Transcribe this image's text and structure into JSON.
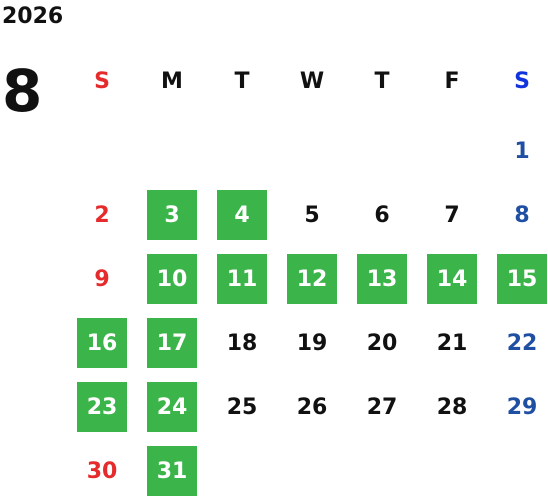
{
  "year": "2026",
  "month": "8",
  "weekdays": [
    {
      "label": "S",
      "color": "#e52b2b"
    },
    {
      "label": "M",
      "color": "#111111"
    },
    {
      "label": "T",
      "color": "#111111"
    },
    {
      "label": "W",
      "color": "#111111"
    },
    {
      "label": "T",
      "color": "#111111"
    },
    {
      "label": "F",
      "color": "#111111"
    },
    {
      "label": "S",
      "color": "#1133dd"
    }
  ],
  "colors": {
    "sunday": "#e52b2b",
    "saturday": "#1f4fa3",
    "weekday": "#111111",
    "highlight_background": "#3bb54a",
    "highlight_text": "#ffffff"
  },
  "days": [
    {
      "day": "1",
      "weekday": 6,
      "week": 0,
      "highlighted": false
    },
    {
      "day": "2",
      "weekday": 0,
      "week": 1,
      "highlighted": false
    },
    {
      "day": "3",
      "weekday": 1,
      "week": 1,
      "highlighted": true
    },
    {
      "day": "4",
      "weekday": 2,
      "week": 1,
      "highlighted": true
    },
    {
      "day": "5",
      "weekday": 3,
      "week": 1,
      "highlighted": false
    },
    {
      "day": "6",
      "weekday": 4,
      "week": 1,
      "highlighted": false
    },
    {
      "day": "7",
      "weekday": 5,
      "week": 1,
      "highlighted": false
    },
    {
      "day": "8",
      "weekday": 6,
      "week": 1,
      "highlighted": false
    },
    {
      "day": "9",
      "weekday": 0,
      "week": 2,
      "highlighted": false
    },
    {
      "day": "10",
      "weekday": 1,
      "week": 2,
      "highlighted": true
    },
    {
      "day": "11",
      "weekday": 2,
      "week": 2,
      "highlighted": true
    },
    {
      "day": "12",
      "weekday": 3,
      "week": 2,
      "highlighted": true
    },
    {
      "day": "13",
      "weekday": 4,
      "week": 2,
      "highlighted": true
    },
    {
      "day": "14",
      "weekday": 5,
      "week": 2,
      "highlighted": true
    },
    {
      "day": "15",
      "weekday": 6,
      "week": 2,
      "highlighted": true
    },
    {
      "day": "16",
      "weekday": 0,
      "week": 3,
      "highlighted": true
    },
    {
      "day": "17",
      "weekday": 1,
      "week": 3,
      "highlighted": true
    },
    {
      "day": "18",
      "weekday": 2,
      "week": 3,
      "highlighted": false
    },
    {
      "day": "19",
      "weekday": 3,
      "week": 3,
      "highlighted": false
    },
    {
      "day": "20",
      "weekday": 4,
      "week": 3,
      "highlighted": false
    },
    {
      "day": "21",
      "weekday": 5,
      "week": 3,
      "highlighted": false
    },
    {
      "day": "22",
      "weekday": 6,
      "week": 3,
      "highlighted": false
    },
    {
      "day": "23",
      "weekday": 0,
      "week": 4,
      "highlighted": true
    },
    {
      "day": "24",
      "weekday": 1,
      "week": 4,
      "highlighted": true
    },
    {
      "day": "25",
      "weekday": 2,
      "week": 4,
      "highlighted": false
    },
    {
      "day": "26",
      "weekday": 3,
      "week": 4,
      "highlighted": false
    },
    {
      "day": "27",
      "weekday": 4,
      "week": 4,
      "highlighted": false
    },
    {
      "day": "28",
      "weekday": 5,
      "week": 4,
      "highlighted": false
    },
    {
      "day": "29",
      "weekday": 6,
      "week": 4,
      "highlighted": false
    },
    {
      "day": "30",
      "weekday": 0,
      "week": 5,
      "highlighted": false
    },
    {
      "day": "31",
      "weekday": 1,
      "week": 5,
      "highlighted": true
    }
  ]
}
